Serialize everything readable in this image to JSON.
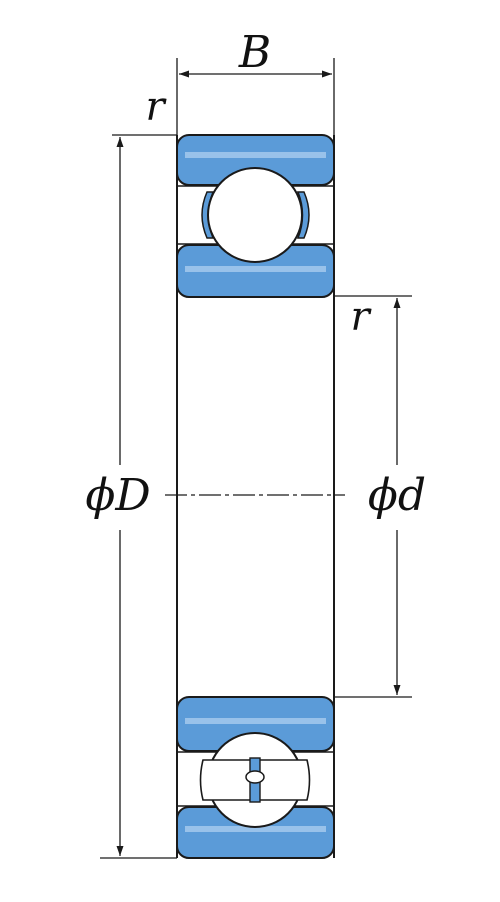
{
  "labels": {
    "width": "B",
    "radius_top": "r",
    "radius_inner": "r",
    "outer_diameter": "ϕD",
    "inner_diameter": "ϕd"
  },
  "colors": {
    "ring_fill": "#5b9bd8",
    "ring_highlight": "#a9ccef",
    "outline": "#1a1a1a",
    "ball_fill": "#ffffff",
    "background": "#ffffff"
  }
}
